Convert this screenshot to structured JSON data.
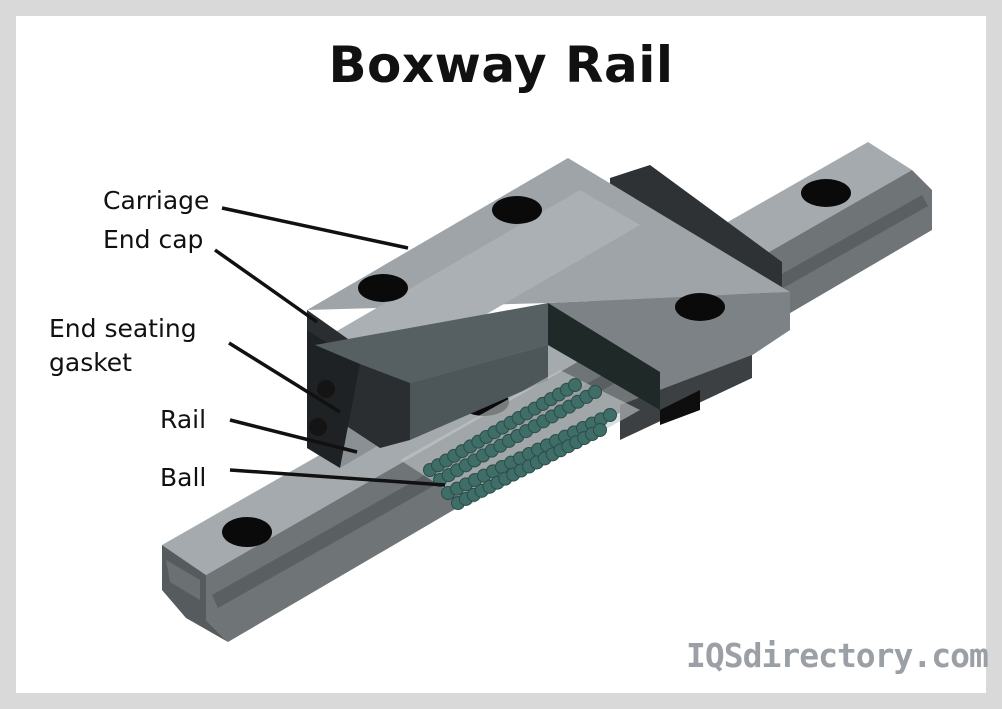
{
  "title": "Boxway Rail",
  "labels": {
    "carriage": "Carriage",
    "end_cap": "End cap",
    "end_seating_gasket_line1": "End seating",
    "end_seating_gasket_line2": "gasket",
    "rail": "Rail",
    "ball": "Ball"
  },
  "watermark": "IQSdirectory.com",
  "colors": {
    "background": "#d9d9d9",
    "panel": "#ffffff",
    "rail_top": "#a4aaad",
    "rail_side": "#6f7477",
    "carriage_top": "#9ea4a7",
    "end_cap": "#2e3234",
    "balls": "#3f6d67"
  }
}
